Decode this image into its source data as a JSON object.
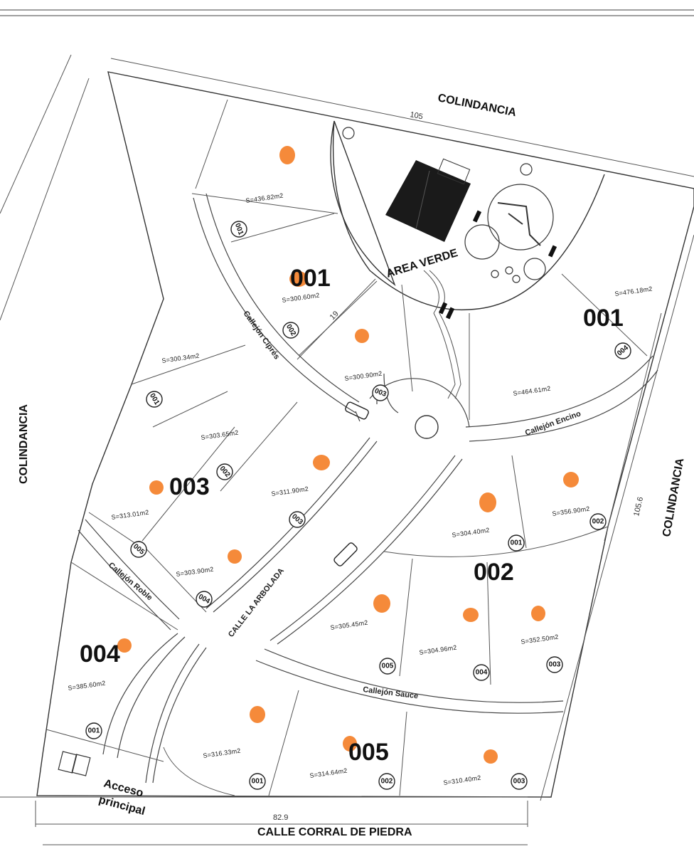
{
  "boundaries": {
    "top": "COLINDANCIA",
    "left": "COLINDANCIA",
    "right": "COLINDANCIA",
    "bottom": "CALLE CORRAL DE PIEDRA"
  },
  "dimensions": {
    "top": "105",
    "right": "105.6",
    "bottom": "82.9",
    "inner": "19"
  },
  "streets": {
    "main": "CALLE LA ARBOLADA",
    "cipres": "Callejón Ciprés",
    "encino": "Callejón Encino",
    "roble": "Callejón Roble",
    "sauce": "Callejón Sauce"
  },
  "green_area": "AREA VERDE",
  "entrance": [
    "Acceso",
    "principal"
  ],
  "blocks": {
    "b1": "001",
    "b1b": "001",
    "b2": "002",
    "b3": "003",
    "b4": "004",
    "b5": "005"
  },
  "lots": [
    {
      "area": "S=436.82m2",
      "num": "001"
    },
    {
      "area": "S=300.60m2",
      "num": "002"
    },
    {
      "area": "S=300.90m2",
      "num": "003"
    },
    {
      "area": "S=476.18m2",
      "num": "004"
    },
    {
      "area": "S=464.61m2"
    },
    {
      "area": "S=300.34m2",
      "num": "001"
    },
    {
      "area": "S=303.65m2",
      "num": "002"
    },
    {
      "area": "S=311.90m2",
      "num": "003"
    },
    {
      "area": "S=313.01m2",
      "num": "005"
    },
    {
      "area": "S=303.90m2",
      "num": "004"
    },
    {
      "area": "S=304.40m2",
      "num": "001"
    },
    {
      "area": "S=356.90m2",
      "num": "002"
    },
    {
      "area": "S=305.45m2",
      "num": "005"
    },
    {
      "area": "S=304.96m2",
      "num": "004"
    },
    {
      "area": "S=352.50m2",
      "num": "003"
    },
    {
      "area": "S=385.60m2",
      "num": "001"
    },
    {
      "area": "S=316.33m2",
      "num": "001"
    },
    {
      "area": "S=314.64m2",
      "num": "002"
    },
    {
      "area": "S=310.40m2",
      "num": "003"
    }
  ],
  "colors": {
    "marker": "#f58a3a",
    "lines": "#333333"
  }
}
